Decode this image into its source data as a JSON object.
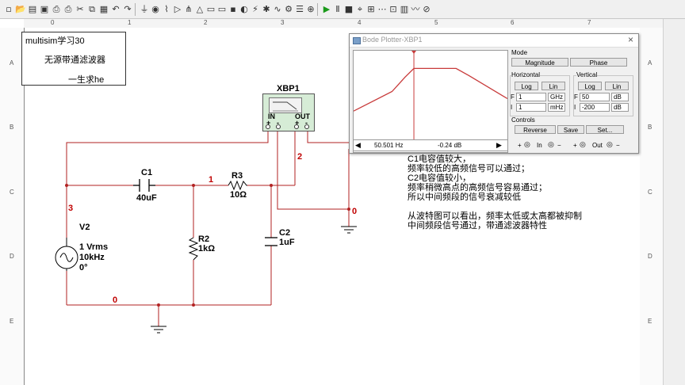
{
  "toolbar": {
    "icons": [
      "new-file-icon",
      "open-folder-icon",
      "open-icon",
      "save-icon",
      "print-preview-icon",
      "print-icon",
      "cut-icon",
      "copy-icon",
      "paste-icon",
      "undo-icon",
      "redo-icon",
      "ground-icon",
      "source-icon",
      "resistor-icon",
      "diode-icon",
      "transistor-icon",
      "analog-icon",
      "ttl-icon",
      "cmos-icon",
      "mcu-icon",
      "indicator-icon",
      "power-icon",
      "misc-icon",
      "rf-icon",
      "electromech-icon",
      "ladder-icon",
      "connector-icon",
      "run-icon",
      "pause-icon",
      "stop-icon",
      "probe-icon",
      "hierarchy-icon",
      "bus-icon",
      "instrument-icon",
      "grapher-icon",
      "analysis-icon",
      "postprocessor-icon"
    ]
  },
  "ruler": {
    "top": [
      "0",
      "1",
      "2",
      "3",
      "4",
      "5",
      "6",
      "7"
    ],
    "left": [
      "A",
      "B",
      "C",
      "D",
      "E"
    ],
    "right": [
      "A",
      "B",
      "C",
      "D",
      "E"
    ]
  },
  "title_block": {
    "line1": "multisim学习30",
    "line2": "无源带通滤波器",
    "line3": "一生求he"
  },
  "components": {
    "c1": {
      "ref": "C1",
      "value": "40uF"
    },
    "r3": {
      "ref": "R3",
      "value": "10Ω"
    },
    "r2": {
      "ref": "R2",
      "value": "1kΩ"
    },
    "c2": {
      "ref": "C2",
      "value": "1uF"
    },
    "v2": {
      "ref": "V2",
      "line1": "1 Vrms",
      "line2": "10kHz",
      "line3": "0°"
    }
  },
  "nets": [
    "3",
    "1",
    "2",
    "0",
    "0"
  ],
  "instrument": {
    "ref": "XBP1",
    "in_label": "IN",
    "out_label": "OUT",
    "plus": "+",
    "minus": "-"
  },
  "notes": "C1电容值较大，\n频率较低的高频信号可以通过；\nC2电容值较小，\n频率稍微高点的高频信号容易通过；\n所以中间频段的信号衰减较低\n\n从波特图可以看出，频率太低或太高都被抑制\n中间频段信号通过，带通滤波器特性",
  "bode": {
    "title": "Bode Plotter-XBP1",
    "close": "×",
    "mode_label": "Mode",
    "magnitude": "Magnitude",
    "phase": "Phase",
    "horizontal_label": "Horizontal",
    "vertical_label": "Vertical",
    "log": "Log",
    "lin": "Lin",
    "h_f_value": "1",
    "h_f_unit": "GHz",
    "h_i_value": "1",
    "h_i_unit": "mHz",
    "v_f_value": "50",
    "v_f_unit": "dB",
    "v_i_value": "-200",
    "v_i_unit": "dB",
    "f": "F",
    "i": "I",
    "controls_label": "Controls",
    "reverse": "Reverse",
    "save": "Save",
    "set": "Set...",
    "in_terminal": "In",
    "out_terminal": "Out",
    "freq_readout": "50.501 Hz",
    "gain_readout": "-0.24 dB",
    "left_arrow": "◀",
    "right_arrow": "▶",
    "plus_sign": "+",
    "minus_sign": "−"
  },
  "chart_data": {
    "type": "line",
    "xscale": "log",
    "xlim_hz": [
      0.001,
      1000000000
    ],
    "ylim_db": [
      -200,
      50
    ],
    "series": [
      {
        "x": [
          0.001,
          1,
          10,
          50,
          100000,
          1000000,
          1000000000
        ],
        "y": [
          -120,
          -65,
          -25,
          0,
          0,
          -20,
          -85
        ]
      }
    ],
    "cursor_x": 50.501,
    "cursor_y": -0.24,
    "colors": {
      "trace": "#c83a3a",
      "cursor": "#c83a3a"
    }
  }
}
